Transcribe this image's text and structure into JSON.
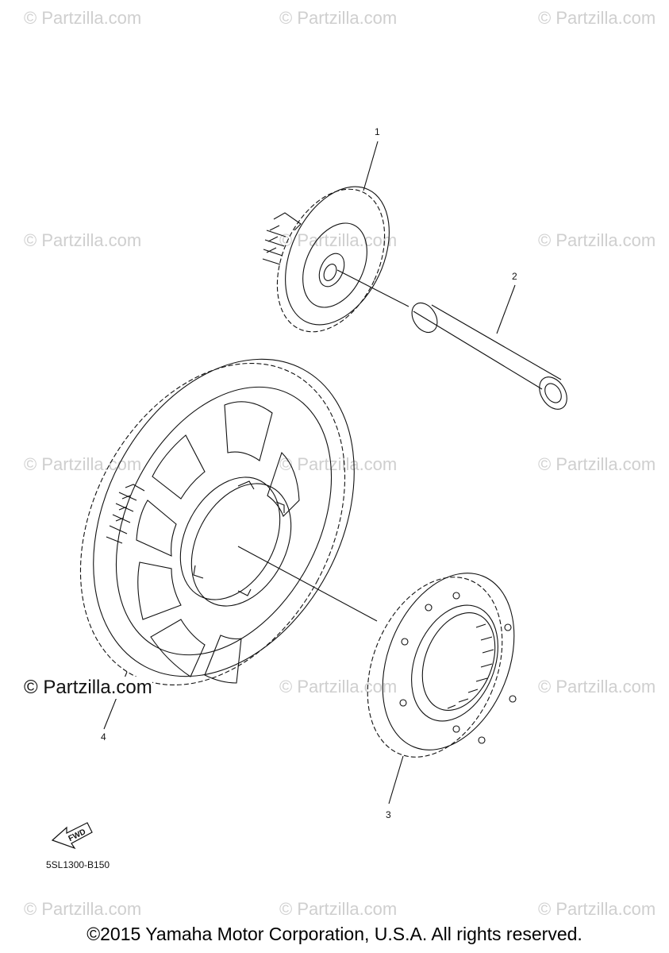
{
  "watermark": {
    "text": "© Partzilla.com"
  },
  "callouts": {
    "c1": "1",
    "c2": "2",
    "c3": "3",
    "c4": "4"
  },
  "fwd_label": "FWD",
  "diagram_code": "5SL1300-B150",
  "copyright": "©2015 Yamaha Motor Corporation, U.S.A. All rights reserved."
}
